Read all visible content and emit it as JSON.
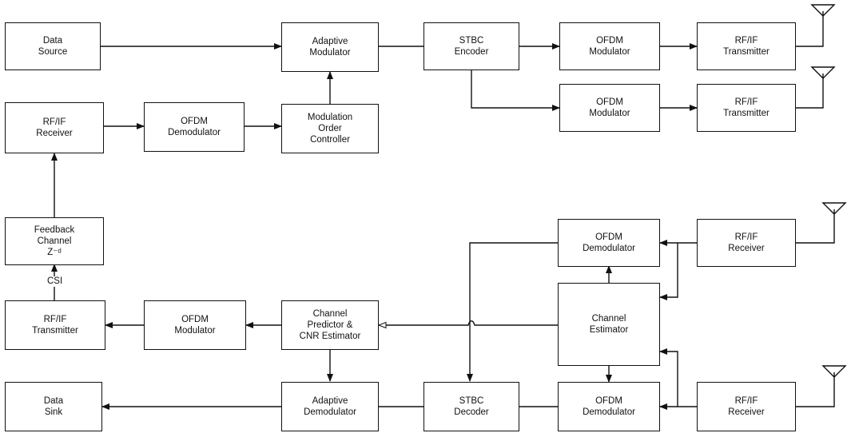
{
  "blocks": {
    "data_source": [
      "Data",
      "Source"
    ],
    "adaptive_modulator": [
      "Adaptive",
      "Modulator"
    ],
    "stbc_encoder": [
      "STBC",
      "Encoder"
    ],
    "ofdm_mod_tx1": [
      "OFDM",
      "Modulator"
    ],
    "rfif_tx1": [
      "RF/IF",
      "Transmitter"
    ],
    "ofdm_mod_tx2": [
      "OFDM",
      "Modulator"
    ],
    "rfif_tx2": [
      "RF/IF",
      "Transmitter"
    ],
    "rfif_rx_fb": [
      "RF/IF",
      "Receiver"
    ],
    "ofdm_demod_fb": [
      "OFDM",
      "Demodulator"
    ],
    "mod_order_ctrl": [
      "Modulation",
      "Order",
      "Controller"
    ],
    "feedback_channel": [
      "Feedback",
      "Channel",
      "Z⁻ᵈ"
    ],
    "rfif_tx_fb": [
      "RF/IF",
      "Transmitter"
    ],
    "ofdm_mod_fb": [
      "OFDM",
      "Modulator"
    ],
    "channel_predictor": [
      "Channel",
      "Predictor &",
      "CNR Estimator"
    ],
    "ofdm_demod_rx1": [
      "OFDM",
      "Demodulator"
    ],
    "rfif_rx1": [
      "RF/IF",
      "Receiver"
    ],
    "channel_estimator": [
      "Channel",
      "Estimator"
    ],
    "data_sink": [
      "Data",
      "Sink"
    ],
    "adaptive_demodulator": [
      "Adaptive",
      "Demodulator"
    ],
    "stbc_decoder": [
      "STBC",
      "Decoder"
    ],
    "ofdm_demod_rx2": [
      "OFDM",
      "Demodulator"
    ],
    "rfif_rx2": [
      "RF/IF",
      "Receiver"
    ]
  },
  "labels": {
    "csi": "CSI"
  }
}
